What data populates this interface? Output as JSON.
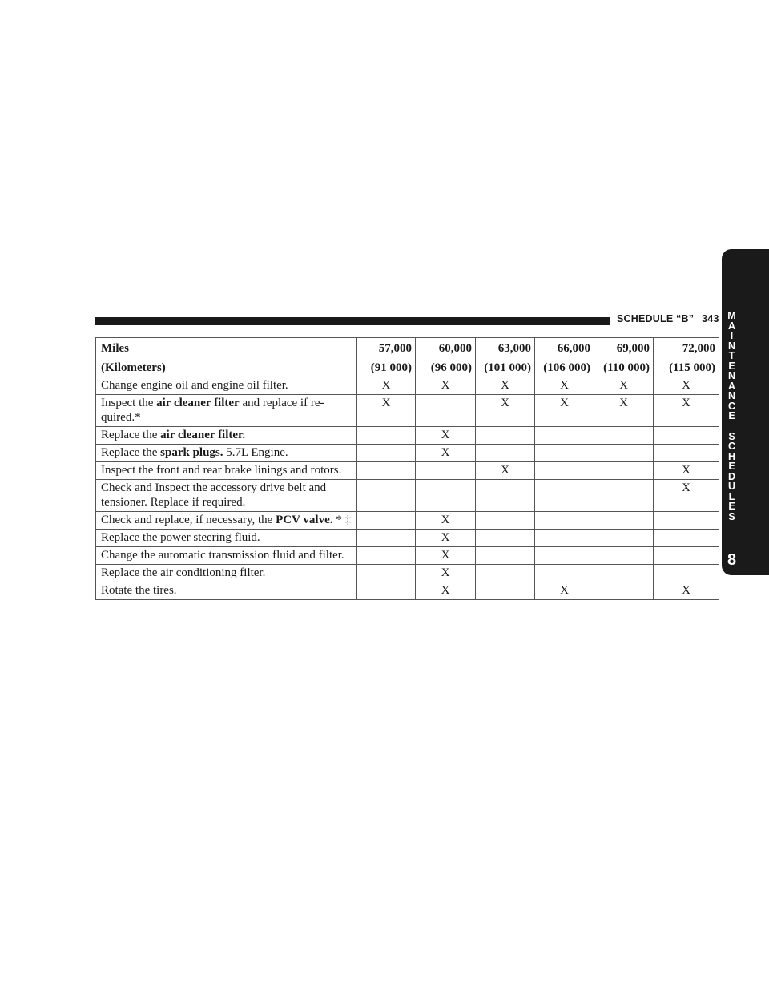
{
  "header": {
    "section_title": "SCHEDULE “B”",
    "page_number": "343"
  },
  "side_tab": {
    "letters_1": [
      "M",
      "A",
      "I",
      "N",
      "T",
      "E",
      "N",
      "A",
      "N",
      "C",
      "E"
    ],
    "letters_2": [
      "S",
      "C",
      "H",
      "E",
      "D",
      "U",
      "L",
      "E",
      "S"
    ],
    "chapter_number": "8"
  },
  "table": {
    "header": {
      "label_line1": "Miles",
      "label_line2": "(Kilometers)",
      "columns": [
        {
          "miles": "57,000",
          "km": "(91 000)"
        },
        {
          "miles": "60,000",
          "km": "(96 000)"
        },
        {
          "miles": "63,000",
          "km": "(101 000)"
        },
        {
          "miles": "66,000",
          "km": "(106 000)"
        },
        {
          "miles": "69,000",
          "km": "(110 000)"
        },
        {
          "miles": "72,000",
          "km": "(115 000)"
        }
      ]
    },
    "rows": [
      {
        "parts": [
          {
            "t": "Change engine oil and engine oil filter."
          }
        ],
        "marks": [
          "X",
          "X",
          "X",
          "X",
          "X",
          "X"
        ]
      },
      {
        "parts": [
          {
            "t": "Inspect the "
          },
          {
            "t": "air cleaner filter",
            "b": true
          },
          {
            "t": " and replace if re-quired.*"
          }
        ],
        "marks": [
          "X",
          "",
          "X",
          "X",
          "X",
          "X"
        ]
      },
      {
        "parts": [
          {
            "t": "Replace the "
          },
          {
            "t": "air cleaner filter.",
            "b": true
          }
        ],
        "marks": [
          "",
          "X",
          "",
          "",
          "",
          ""
        ]
      },
      {
        "parts": [
          {
            "t": "Replace the "
          },
          {
            "t": "spark plugs.",
            "b": true
          },
          {
            "t": " 5.7L Engine."
          }
        ],
        "marks": [
          "",
          "X",
          "",
          "",
          "",
          ""
        ]
      },
      {
        "parts": [
          {
            "t": "Inspect the front and rear brake linings and rotors."
          }
        ],
        "marks": [
          "",
          "",
          "X",
          "",
          "",
          "X"
        ]
      },
      {
        "parts": [
          {
            "t": "Check and Inspect the accessory drive belt and tensioner. Replace if required."
          }
        ],
        "marks": [
          "",
          "",
          "",
          "",
          "",
          "X"
        ]
      },
      {
        "parts": [
          {
            "t": "Check and replace, if necessary, the "
          },
          {
            "t": "PCV valve.",
            "b": true
          },
          {
            "t": " * ‡"
          }
        ],
        "marks": [
          "",
          "X",
          "",
          "",
          "",
          ""
        ]
      },
      {
        "parts": [
          {
            "t": "Replace the power steering fluid."
          }
        ],
        "marks": [
          "",
          "X",
          "",
          "",
          "",
          ""
        ]
      },
      {
        "parts": [
          {
            "t": "Change the automatic transmission fluid and filter."
          }
        ],
        "marks": [
          "",
          "X",
          "",
          "",
          "",
          ""
        ]
      },
      {
        "parts": [
          {
            "t": "Replace the air conditioning filter."
          }
        ],
        "marks": [
          "",
          "X",
          "",
          "",
          "",
          ""
        ]
      },
      {
        "parts": [
          {
            "t": "Rotate the tires."
          }
        ],
        "marks": [
          "",
          "X",
          "",
          "X",
          "",
          "X"
        ]
      }
    ]
  }
}
